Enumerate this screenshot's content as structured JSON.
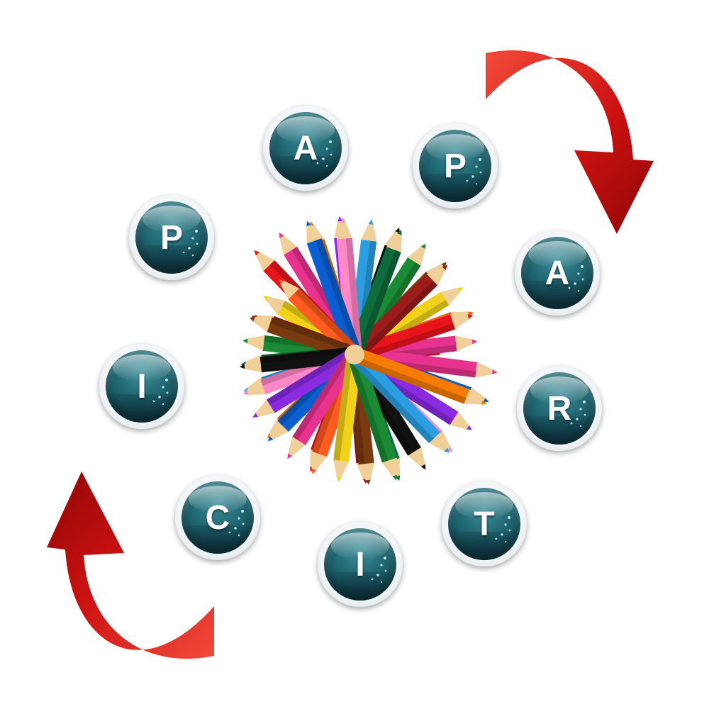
{
  "badges": [
    {
      "letter": "A"
    },
    {
      "letter": "P"
    },
    {
      "letter": "A"
    },
    {
      "letter": "R"
    },
    {
      "letter": "T"
    },
    {
      "letter": "I"
    },
    {
      "letter": "C"
    },
    {
      "letter": "I"
    },
    {
      "letter": "P"
    }
  ],
  "colors": {
    "badge_teal": "#1f6671",
    "badge_rim": "#f2f6f8",
    "arrow_red": "#cc1111"
  },
  "pencil_colors": [
    "#e8141b",
    "#f57c00",
    "#2a9ee0",
    "#1a8a34",
    "#f0d21a",
    "#e8338e",
    "#8a2be2",
    "#111111",
    "#7a3a10",
    "#ff5a1f",
    "#0a5fd0",
    "#ff88c8",
    "#0e6b3a",
    "#9c1b1b"
  ]
}
